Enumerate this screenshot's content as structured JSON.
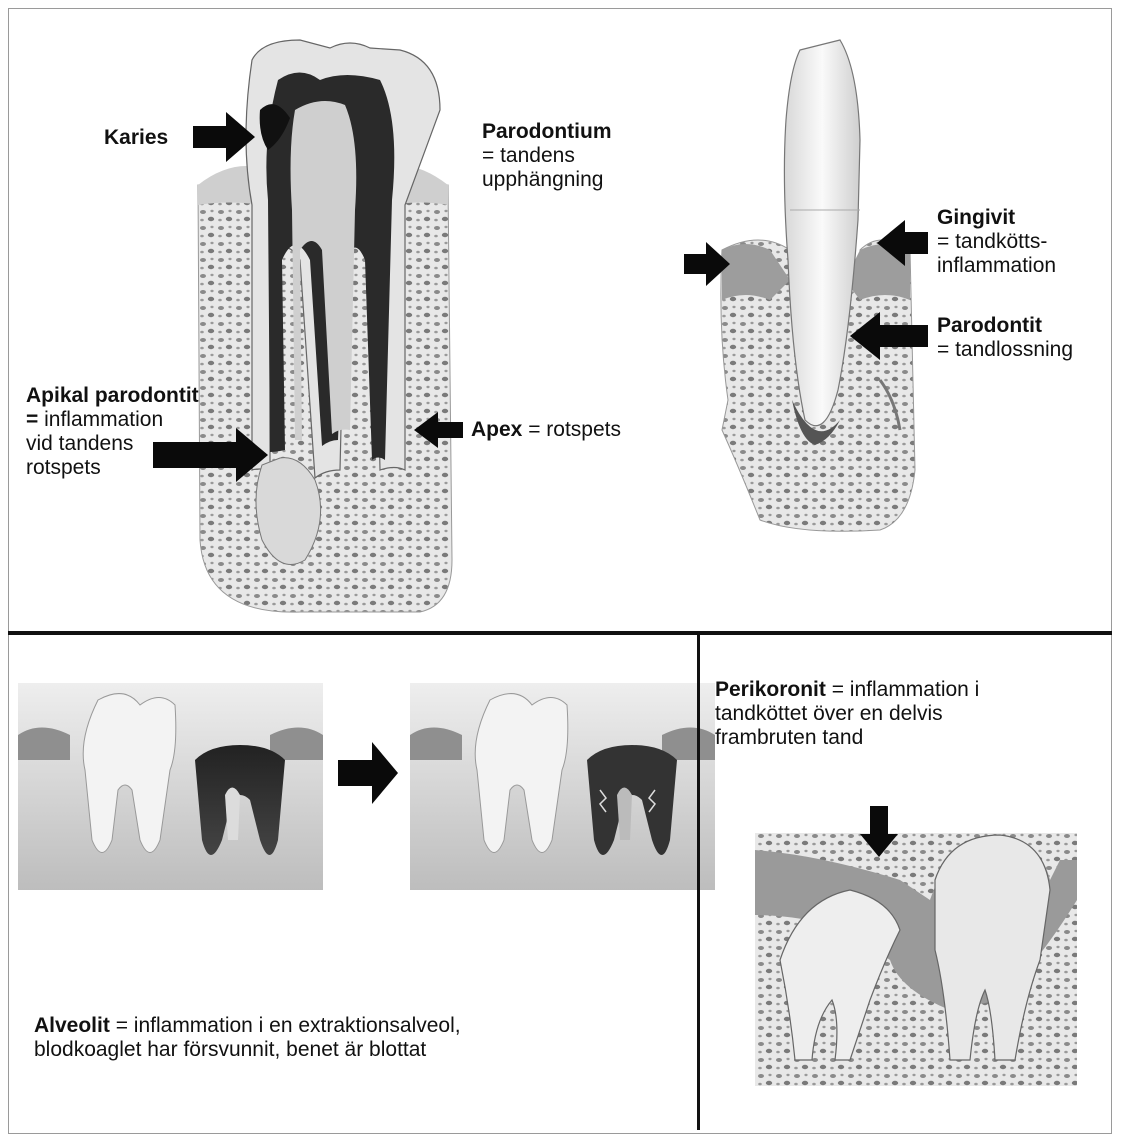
{
  "labels": {
    "karies": {
      "bold": "Karies"
    },
    "parodontium": {
      "bold": "Parodontium",
      "line1": "= tandens",
      "line2": "upphängning"
    },
    "apikal": {
      "bold": "Apikal parodontit",
      "line1_bold": "=",
      "line1_rest": " inflammation",
      "line2": "vid tandens",
      "line3": "rotspets"
    },
    "apex": {
      "bold": "Apex",
      "rest": " = rotspets"
    },
    "gingivit": {
      "bold": "Gingivit",
      "line1": "= tandkötts-",
      "line2": "inflammation"
    },
    "parodontit": {
      "bold": "Parodontit",
      "line1": "= tandlossning"
    },
    "perikoronit": {
      "bold": "Perikoronit",
      "rest": " = inflammation i",
      "line2": "tandköttet över en delvis",
      "line3": "frambruten tand"
    },
    "alveolit": {
      "bold": "Alveolit",
      "rest": " = inflammation i en extraktionsalveol,",
      "line2": "blodkoaglet har försvunnit, benet är blottat"
    }
  },
  "colors": {
    "arrow": "#0a0a0a",
    "divider": "#111111",
    "frame": "#9a9a9a"
  }
}
